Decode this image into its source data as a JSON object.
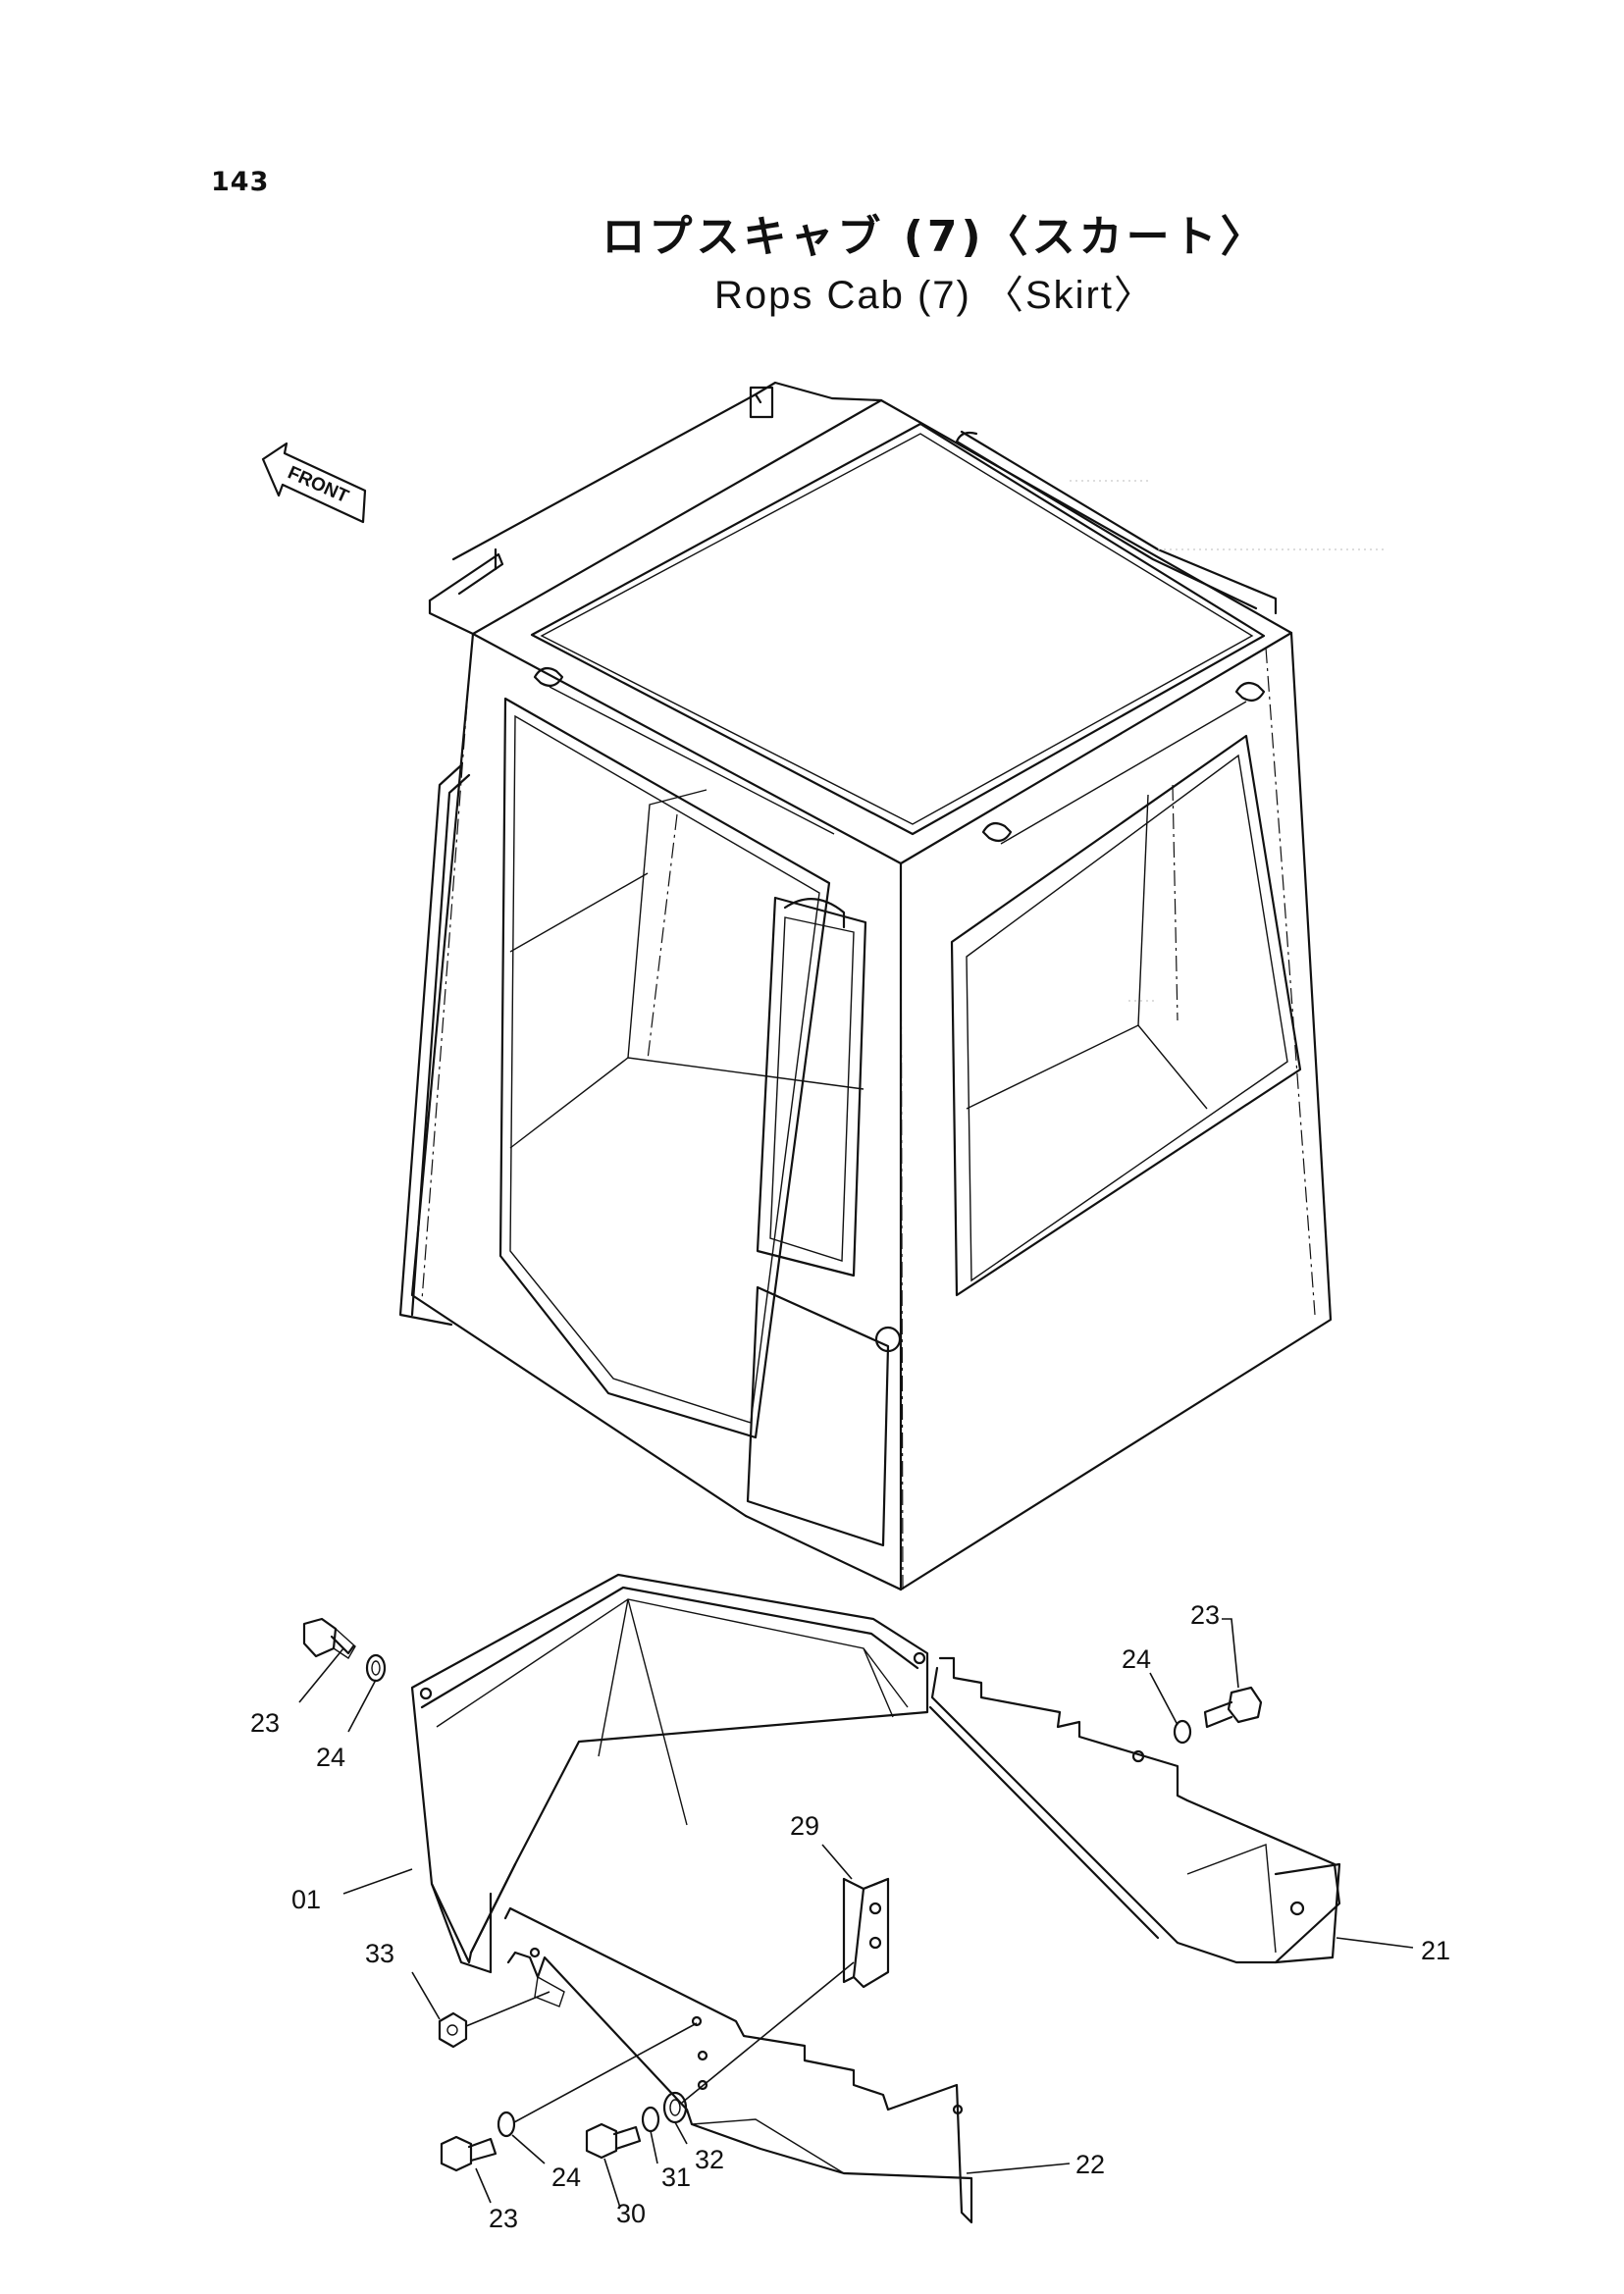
{
  "page": {
    "number": "143"
  },
  "title": {
    "japanese": "ロプスキャブ (7)〈スカート〉",
    "english": "Rops Cab (7) 〈Skirt〉"
  },
  "front_arrow": {
    "label": "FRONT"
  },
  "callouts": {
    "c01": "01",
    "c21": "21",
    "c22": "22",
    "c23_left": "23",
    "c24_left": "24",
    "c23_right": "23",
    "c24_right": "24",
    "c29": "29",
    "c33": "33",
    "c23_bottom": "23",
    "c24_bottom": "24",
    "c30": "30",
    "c31": "31",
    "c32": "32"
  }
}
